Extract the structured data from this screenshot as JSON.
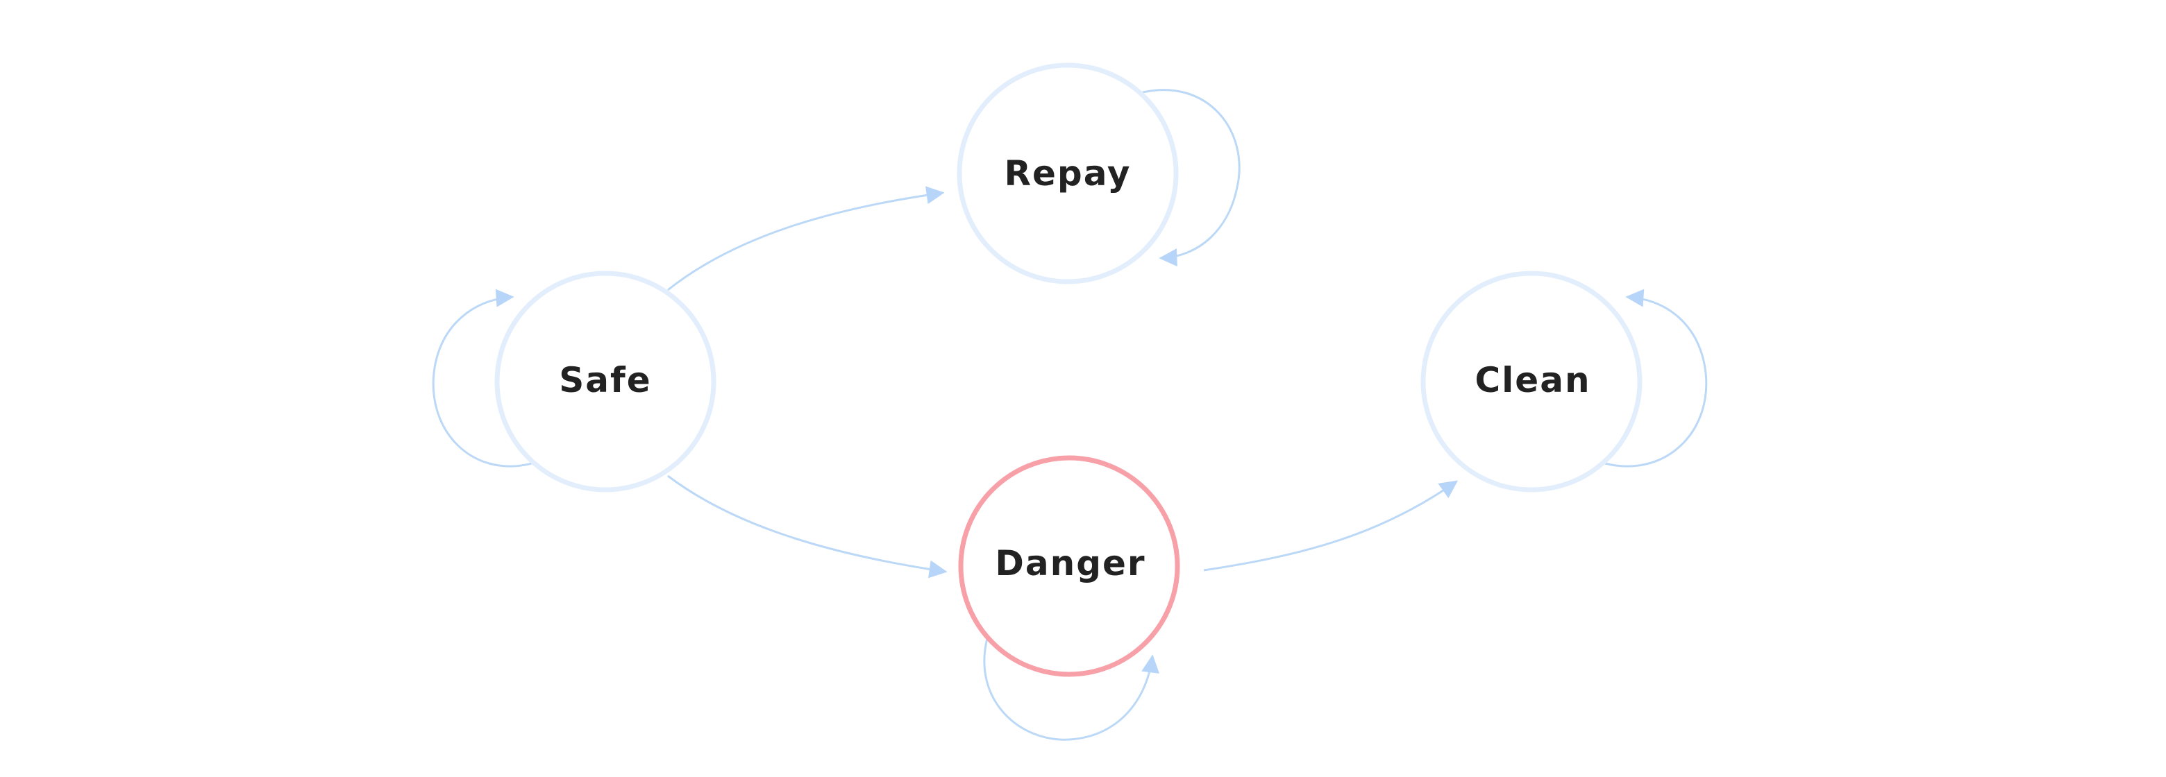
{
  "diagram": {
    "nodes": [
      {
        "id": "repay",
        "label": "Repay",
        "highlighted": false
      },
      {
        "id": "safe",
        "label": "Safe",
        "highlighted": false
      },
      {
        "id": "clean",
        "label": "Clean",
        "highlighted": false
      },
      {
        "id": "danger",
        "label": "Danger",
        "highlighted": true
      }
    ],
    "edges": [
      {
        "from": "safe",
        "to": "repay"
      },
      {
        "from": "safe",
        "to": "danger"
      },
      {
        "from": "danger",
        "to": "clean"
      },
      {
        "from": "repay",
        "to": "repay"
      },
      {
        "from": "safe",
        "to": "safe"
      },
      {
        "from": "clean",
        "to": "clean"
      },
      {
        "from": "danger",
        "to": "danger"
      }
    ],
    "colors": {
      "node_stroke": "#e3eefc",
      "highlight_stroke": "#f7a0a8",
      "edge": "#bcd8f7",
      "arrow": "#b6d5f8",
      "label": "#222222"
    }
  }
}
